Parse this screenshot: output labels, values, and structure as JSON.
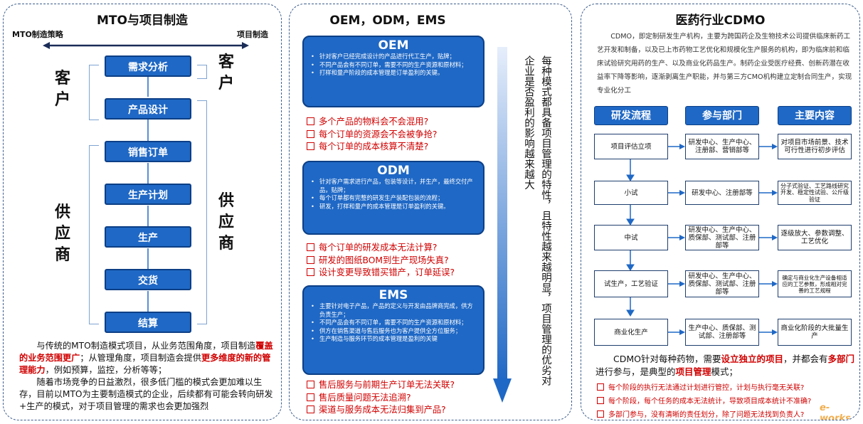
{
  "panel1": {
    "title": "MTO与项目制造",
    "left_label": "MTO制造策略",
    "right_label": "项目制造",
    "flow": [
      "需求分析",
      "产品设计",
      "销售订单",
      "生产计划",
      "生产",
      "交货",
      "结算"
    ],
    "left_group1": [
      "客",
      "户"
    ],
    "right_group1": [
      "客",
      "户"
    ],
    "left_group2": [
      "供",
      "应",
      "商"
    ],
    "right_group2": [
      "供",
      "应",
      "商"
    ],
    "para1_a": "与传统的MTO制造模式项目，从业务范围角度，项目制造",
    "para1_b": "覆盖的业务范围更广",
    "para1_c": "；从管理角度，项目制造会提供",
    "para1_d": "更多维度的新的管理能力",
    "para1_e": "，例如预算，监控，分析等等；",
    "para2": "随着市场竞争的日益激烈，很多低门槛的模式会更加难以生存，目前以MTO为主要制造模式的企业，后续都有可能会转向研发+生产的模式，对于项目管理的需求也会更加强烈"
  },
  "panel2": {
    "title": "OEM，ODM，EMS",
    "oem": {
      "title": "OEM",
      "items": [
        "针对客户已经完成设计的产品进行代工生产，贴牌；",
        "不同产品会有不同订单，需要不同的生产资源和原材料；",
        "打样和量产阶段的成本管理是订单盈利的关键。"
      ]
    },
    "oem_questions": [
      "多个产品的物料会不会混用?",
      "每个订单的资源会不会被争抢?",
      "每个订单的成本核算不清楚?"
    ],
    "odm": {
      "title": "ODM",
      "items": [
        "针对客户需求进行产品，包装等设计，并生产，最终交付产品，贴牌；",
        "每个订单都有完整的研发生产装配包装的流程；",
        "研发，打样和量产的成本管理是订单盈利的关键。"
      ]
    },
    "odm_questions": [
      "每个订单的研发成本无法计算?",
      "研发的图纸BOM到生产现场失真?",
      "设计变更导致错买错产，订单延误?"
    ],
    "ems": {
      "title": "EMS",
      "items": [
        "主要针对电子产品，产品的定义与开发由品牌商完成，供方负责生产；",
        "不同产品会有不同订单，需要不同的生产资源和原材料；",
        "供方在销售渠道与售后服务也为客户提供全方位服务；",
        "生产制造与服务环节的成本管理是盈利的关键"
      ]
    },
    "ems_questions": [
      "售后服务与前期生产订单无法关联?",
      "售后质量问题无法追溯?",
      "渠道与服务成本无法归集到产品?"
    ],
    "side_text_1": "每种模式都具备项目管理的特性，且特性越来越明显，项目管理的优劣对",
    "side_text_2": "企业是否盈利的影响越来越大"
  },
  "panel3": {
    "title": "医药行业CDMO",
    "intro": "CDMO，即定制研发生产机构，主要为跨国药企及生物技术公司提供临床新药工艺开发和制备，以及已上市药物工艺优化和规模化生产服务的机构，即为临床前和临床试验研究用药的生产、以及商业化药品生产。制药企业受医疗经费、创新药潜在收益率下降等影响，逐渐剥离生产职能，并与第三方CMO机构建立定制合同生产，实现专业化分工",
    "headers": [
      "研发流程",
      "参与部门",
      "主要内容"
    ],
    "rows": [
      {
        "stage": "项目评估立项",
        "dept": "研发中心、生产中心、注册部、营销部等",
        "content": "对项目市场前景、技术可行性进行初步评估"
      },
      {
        "stage": "小试",
        "dept": "研发中心、注册部等",
        "content": "分子式验证、工艺路线研究开发、稳定性试验、公斤级验证"
      },
      {
        "stage": "中试",
        "dept": "研发中心、生产中心、质保部、测试部、注册部等",
        "content": "逐级放大、参数调整、工艺优化"
      },
      {
        "stage": "试生产，工艺验证",
        "dept": "研发中心、生产中心、质保部、测试部、注册部等",
        "content": "确定与商业化生产设备相适应的工艺参数，形成相对完善的工艺规程"
      },
      {
        "stage": "商业化生产",
        "dept": "生产中心、质保部、测试部、注册部等",
        "content": "商业化阶段的大批量生产"
      }
    ],
    "bottom_a": "CDMO针对每种药物，需要",
    "bottom_b": "设立独立的项目",
    "bottom_c": "，并都会有",
    "bottom_d": "多部门",
    "bottom_e": "进行参与，是典型的",
    "bottom_f": "项目管理",
    "bottom_g": "模式；",
    "issues": [
      "每个阶段的执行无法通过计划进行管控，计划与执行毫无关联?",
      "每个阶段，每个任务的成本无法统计，导致项目成本统计不准确?",
      "多部门参与，没有清晰的责任划分，除了问题无法找到负责人?"
    ],
    "watermark": "e-works"
  }
}
